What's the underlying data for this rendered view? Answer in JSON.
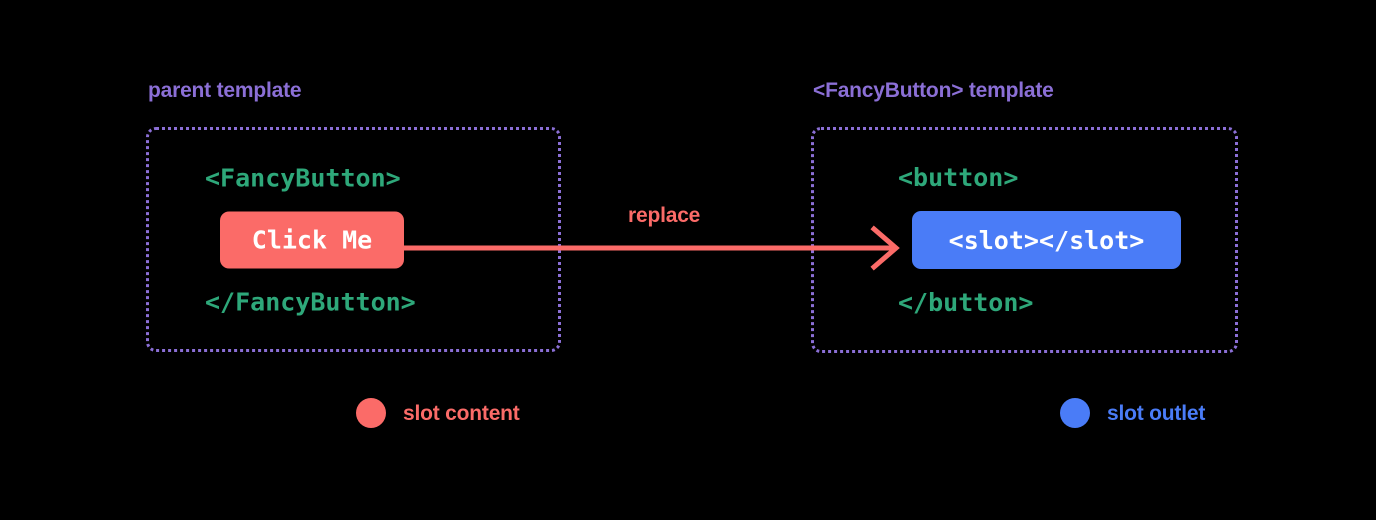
{
  "background_color": "#000000",
  "palette": {
    "caption_purple": "#8B6FD6",
    "code_green": "#2EA87A",
    "slot_content_coral": "#FB6B68",
    "slot_outlet_blue": "#4A7CF7",
    "chip_text": "#FFFFFF"
  },
  "panels": {
    "parent": {
      "caption": "parent template",
      "open_tag": "<FancyButton>",
      "chip_label": "Click Me",
      "close_tag": "</FancyButton>"
    },
    "child": {
      "caption": "<FancyButton> template",
      "open_tag": "<button>",
      "chip_label": "<slot></slot>",
      "close_tag": "</button>"
    }
  },
  "arrow": {
    "label": "replace",
    "direction": "left-to-right",
    "color": "#FB6B68"
  },
  "legend": [
    {
      "label": "slot content",
      "color": "#FB6B68"
    },
    {
      "label": "slot outlet",
      "color": "#4A7CF7"
    }
  ]
}
